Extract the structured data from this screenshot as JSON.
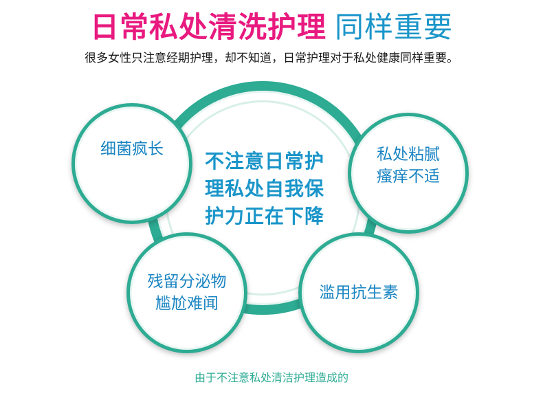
{
  "title": {
    "emphasis": "日常私处清洗护理",
    "suffix": "同样重要"
  },
  "subtitle": "很多女性只注意经期护理，却不知道，日常护理对于私处健康同样重要。",
  "center": {
    "lines": [
      "不注意日常护",
      "理私处自我保",
      "护力正在下降"
    ]
  },
  "bubbles": {
    "top_left": {
      "lines": [
        "细菌疯长"
      ]
    },
    "top_right": {
      "lines": [
        "私处粘腻",
        "瘙痒不适"
      ]
    },
    "bottom_left": {
      "lines": [
        "残留分泌物",
        "尴尬难闻"
      ]
    },
    "bottom_right": {
      "lines": [
        "滥用抗生素"
      ]
    }
  },
  "footer": "由于不注意私处清洁护理造成的",
  "colors": {
    "pink": "#e8197f",
    "blue": "#1a95c9",
    "teal": "#2dab93"
  }
}
